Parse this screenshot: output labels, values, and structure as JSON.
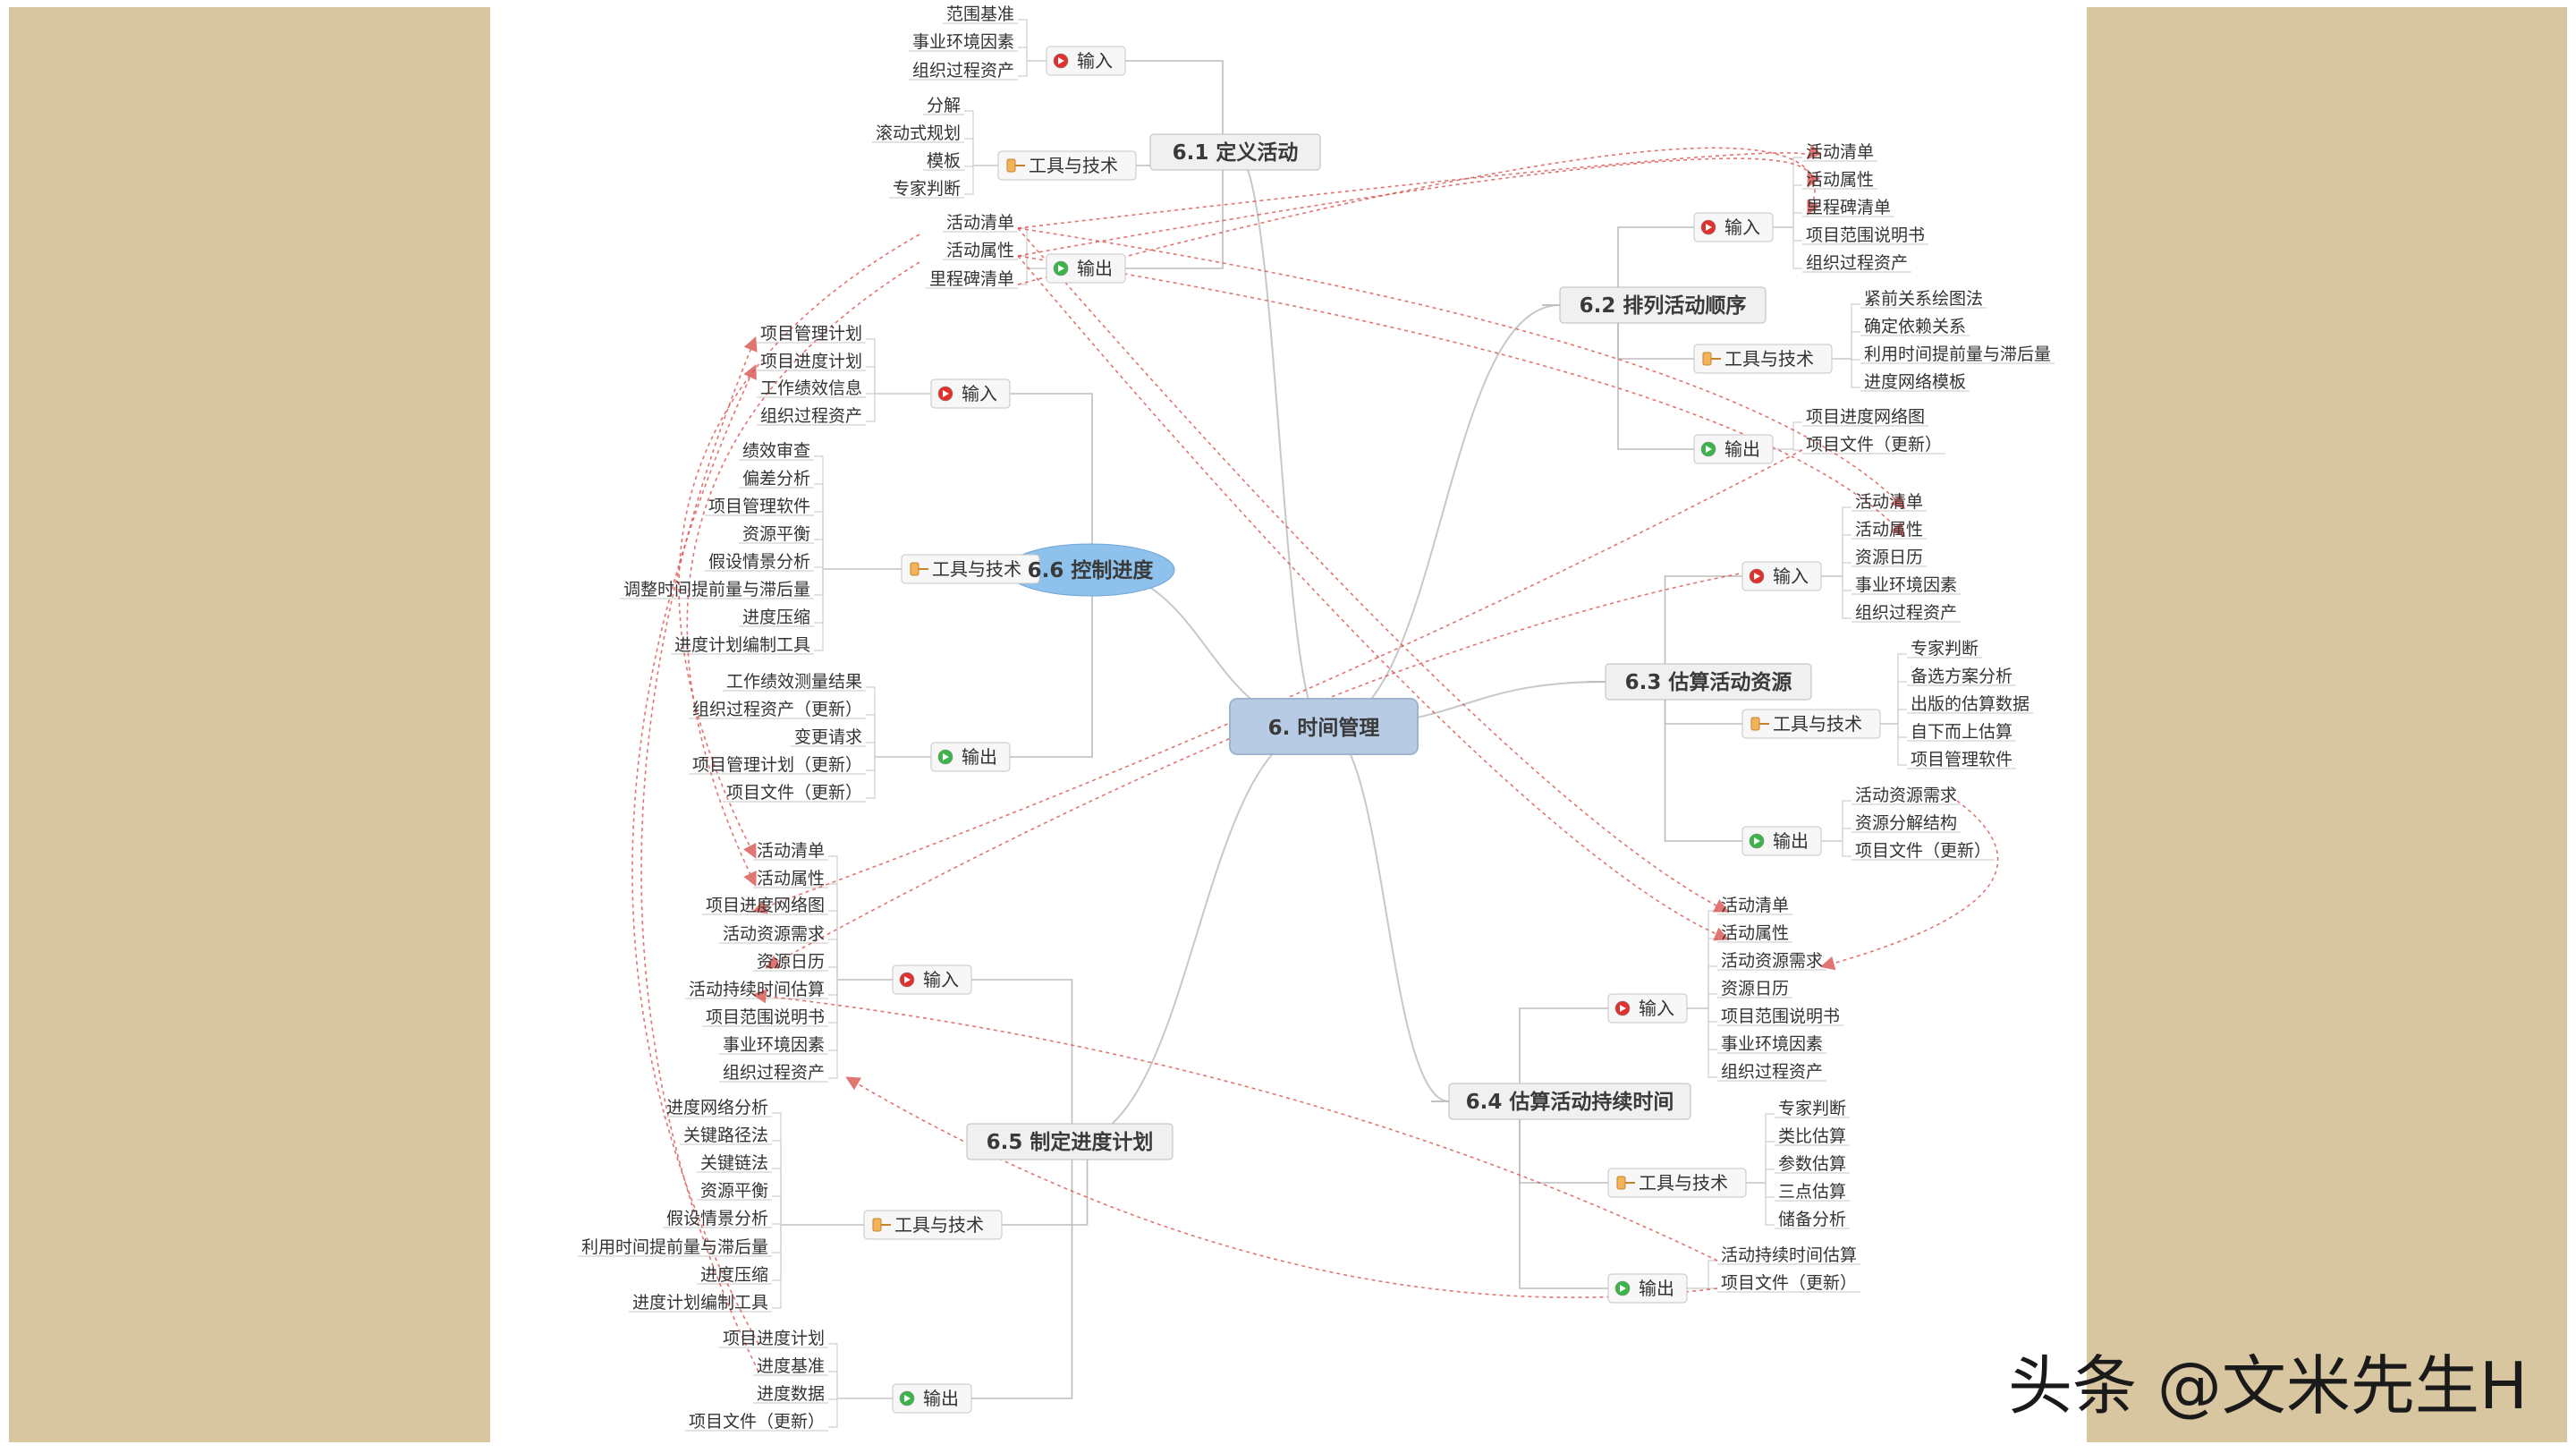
{
  "center": "6. 时间管理",
  "categories": {
    "input": "输入",
    "tools": "工具与技术",
    "output": "输出"
  },
  "branches": [
    {
      "id": "b61",
      "title": "6.1 定义活动",
      "input": [
        "范围基准",
        "事业环境因素",
        "组织过程资产"
      ],
      "tools": [
        "分解",
        "滚动式规划",
        "模板",
        "专家判断"
      ],
      "output": [
        "活动清单",
        "活动属性",
        "里程碑清单"
      ]
    },
    {
      "id": "b62",
      "title": "6.2 排列活动顺序",
      "input": [
        "活动清单",
        "活动属性",
        "里程碑清单",
        "项目范围说明书",
        "组织过程资产"
      ],
      "tools": [
        "紧前关系绘图法",
        "确定依赖关系",
        "利用时间提前量与滞后量",
        "进度网络模板"
      ],
      "output": [
        "项目进度网络图",
        "项目文件（更新）"
      ]
    },
    {
      "id": "b63",
      "title": "6.3 估算活动资源",
      "input": [
        "活动清单",
        "活动属性",
        "资源日历",
        "事业环境因素",
        "组织过程资产"
      ],
      "tools": [
        "专家判断",
        "备选方案分析",
        "出版的估算数据",
        "自下而上估算",
        "项目管理软件"
      ],
      "output": [
        "活动资源需求",
        "资源分解结构",
        "项目文件（更新）"
      ]
    },
    {
      "id": "b64",
      "title": "6.4 估算活动持续时间",
      "input": [
        "活动清单",
        "活动属性",
        "活动资源需求",
        "资源日历",
        "项目范围说明书",
        "事业环境因素",
        "组织过程资产"
      ],
      "tools": [
        "专家判断",
        "类比估算",
        "参数估算",
        "三点估算",
        "储备分析"
      ],
      "output": [
        "活动持续时间估算",
        "项目文件（更新）"
      ]
    },
    {
      "id": "b65",
      "title": "6.5 制定进度计划",
      "input": [
        "活动清单",
        "活动属性",
        "项目进度网络图",
        "活动资源需求",
        "资源日历",
        "活动持续时间估算",
        "项目范围说明书",
        "事业环境因素",
        "组织过程资产"
      ],
      "tools": [
        "进度网络分析",
        "关键路径法",
        "关键链法",
        "资源平衡",
        "假设情景分析",
        "利用时间提前量与滞后量",
        "进度压缩",
        "进度计划编制工具"
      ],
      "output": [
        "项目进度计划",
        "进度基准",
        "进度数据",
        "项目文件（更新）"
      ]
    },
    {
      "id": "b66",
      "title": "6.6 控制进度",
      "input": [
        "项目管理计划",
        "项目进度计划",
        "工作绩效信息",
        "组织过程资产"
      ],
      "tools": [
        "绩效审查",
        "偏差分析",
        "项目管理软件",
        "资源平衡",
        "假设情景分析",
        "调整时间提前量与滞后量",
        "进度压缩",
        "进度计划编制工具"
      ],
      "output": [
        "工作绩效测量结果",
        "组织过程资产（更新）",
        "变更请求",
        "项目管理计划（更新）",
        "项目文件（更新）"
      ]
    }
  ],
  "watermark": "头条 @文米先生H",
  "colors": {
    "side_panel": "#d8c6a0",
    "node_fill": "#f0f0f0",
    "center_fill": "#b8cbe4",
    "highlight_fill": "#8ec1ec",
    "arrow": "#d9534f"
  }
}
